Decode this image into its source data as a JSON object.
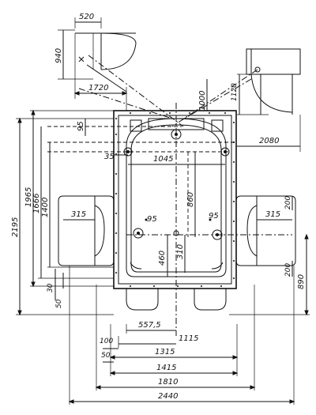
{
  "dimensions": {
    "d520": "520",
    "d940": "940",
    "d1720": "1720",
    "d1000": "1000",
    "d1120": "1120",
    "d95_top": "95",
    "d2080": "2080",
    "d35": "35",
    "d1045": "1045",
    "d2195": "2195",
    "d1965": "1965",
    "d1666": "1666",
    "d1400": "1400",
    "d860": "860",
    "d200_top": "200",
    "d315_left": "315",
    "d95_left": "95",
    "d95_right": "95",
    "d315_right": "315",
    "d460": "460",
    "d310": "310",
    "d200_bottom": "200",
    "d30": "30",
    "d50_left": "50",
    "d890": "890",
    "d557": "557,5",
    "d1115": "1115",
    "d100": "100",
    "d1315": "1315",
    "d50_bottom": "50",
    "d1415": "1415",
    "d1810": "1810",
    "d2440": "2440"
  }
}
